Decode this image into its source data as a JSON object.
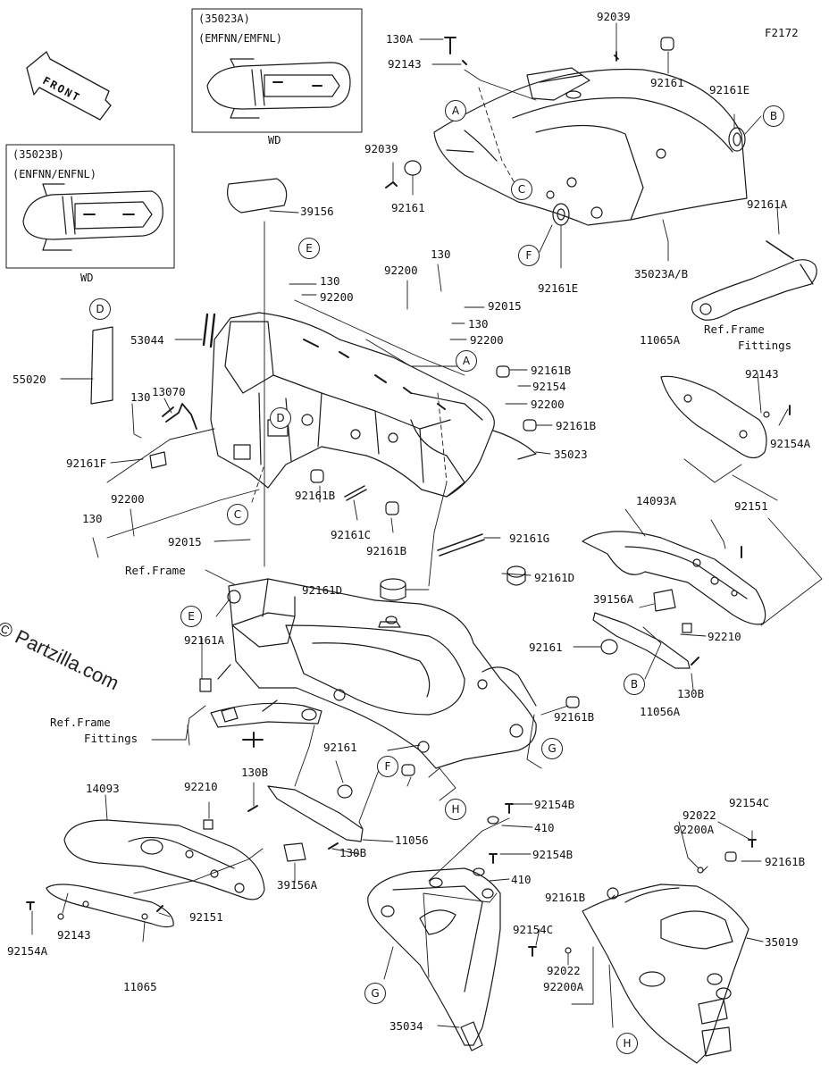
{
  "figure_code": "F2172",
  "front_label": "FRONT",
  "watermark": "© Partzilla.com",
  "insets": [
    {
      "code": "(35023A)",
      "models": "(EMFNN/EMFNL)",
      "caption": "WD"
    },
    {
      "code": "(35023B)",
      "models": "(ENFNN/ENFNL)",
      "caption": "WD"
    }
  ],
  "part_labels": [
    "130A",
    "92143",
    "92039",
    "92161",
    "92161E",
    "F2172",
    "92039",
    "92161",
    "92161E",
    "92161A",
    "35023A/B",
    "39156",
    "130",
    "92200",
    "92200",
    "130",
    "92015",
    "130",
    "92200",
    "53044",
    "55020",
    "13070",
    "130",
    "92161F",
    "92200",
    "130",
    "92015",
    "92161B",
    "92154",
    "92200",
    "92161B",
    "35023",
    "92161B",
    "92161C",
    "92161B",
    "92161G",
    "92161D",
    "92161D",
    "39156A",
    "92210",
    "92161",
    "130B",
    "92161B",
    "11056A",
    "14093A",
    "92151",
    "11065A",
    "92143",
    "92154A",
    "92161A",
    "92161",
    "130B",
    "11056",
    "130B",
    "14093",
    "92210",
    "92151",
    "39156A",
    "92143",
    "92154A",
    "11065",
    "92154B",
    "410",
    "92154B",
    "410",
    "92154C",
    "92022",
    "92200A",
    "92161B",
    "92161B",
    "92154C",
    "92022",
    "92200A",
    "35019",
    "35034"
  ],
  "ref_labels": [
    "Ref.Frame",
    "Ref.Frame",
    "Fittings",
    "Ref.Frame",
    "Fittings"
  ],
  "callouts": [
    "A",
    "C",
    "B",
    "F",
    "E",
    "D",
    "D",
    "A",
    "C",
    "E",
    "B",
    "F",
    "G",
    "H",
    "G",
    "H"
  ]
}
